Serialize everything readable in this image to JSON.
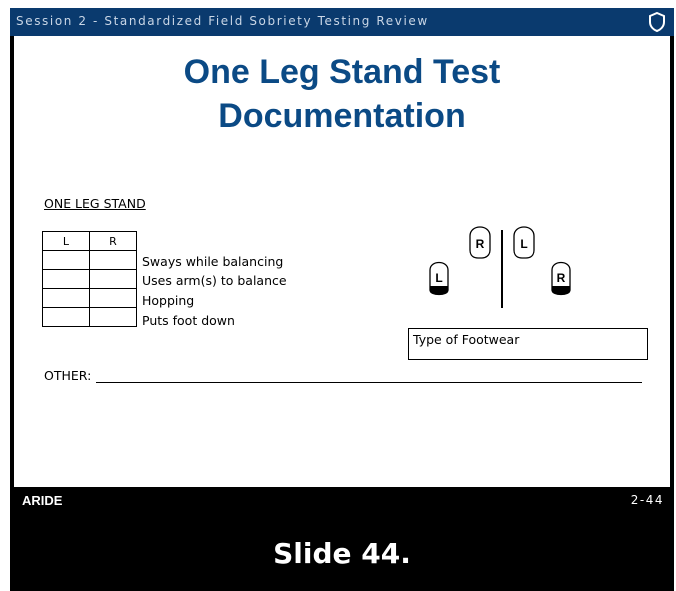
{
  "header": {
    "session": "Session 2 - Standardized Field Sobriety Testing Review",
    "shield_icon": "shield-icon"
  },
  "slide": {
    "title_line1": "One Leg Stand Test",
    "title_line2": "Documentation",
    "section_label": "ONE LEG STAND",
    "grid_headers": [
      "L",
      "R"
    ],
    "criteria": [
      "Sways while balancing",
      "Uses arm(s) to balance",
      "Hopping",
      "Puts foot down"
    ],
    "other_label": "OTHER:",
    "footwear_label": "Type of Footwear",
    "feet_labels": {
      "left_foot_down": "L",
      "right_foot_up": "R",
      "left_foot_up": "L",
      "right_foot_down": "R"
    }
  },
  "footer": {
    "program": "ARIDE",
    "page": "2-44",
    "caption": "Slide 44."
  },
  "colors": {
    "header_bg": "#0a3a6e",
    "title": "#0b4a85",
    "frame": "#000000"
  }
}
